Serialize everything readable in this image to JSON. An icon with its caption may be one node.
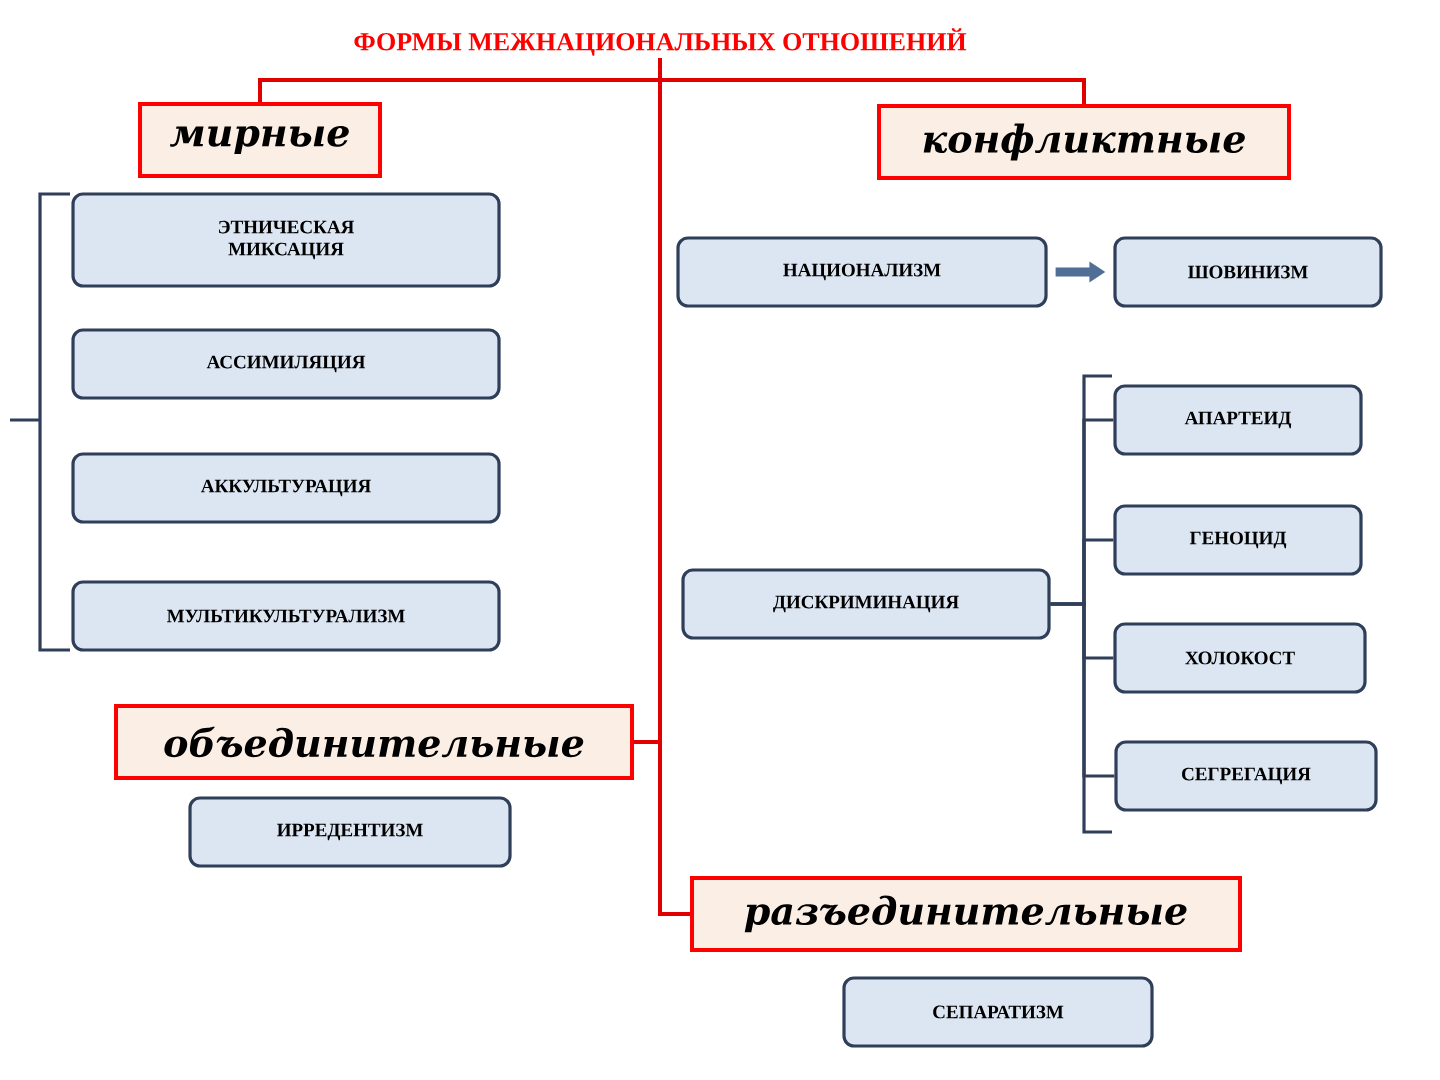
{
  "diagram": {
    "nodes": [
      {
        "text": [
          "ФОРМЫ МЕЖНАЦИОНАЛЬНЫХ ОТНОШЕНИЙ"
        ]
      },
      {
        "text": [
          "мирные"
        ]
      },
      {
        "text": [
          "конфликтные"
        ]
      },
      {
        "text": [
          "объединительные"
        ]
      },
      {
        "text": [
          "разъединительные"
        ]
      },
      {
        "text": [
          "ЭТНИЧЕСКАЯ МИКСАЦИЯ"
        ]
      },
      {
        "text": [
          "АССИМИЛЯЦИЯ"
        ]
      },
      {
        "text": [
          "АККУЛЬТУРАЦИЯ"
        ]
      },
      {
        "text": [
          "МУЛЬТИКУЛЬТУРАЛИЗМ"
        ]
      },
      {
        "text": [
          "НАЦИОНАЛИЗМ"
        ]
      },
      {
        "text": [
          "ШОВИНИЗМ"
        ]
      },
      {
        "text": [
          "ДИСКРИМИНАЦИЯ"
        ]
      },
      {
        "text": [
          "АПАРТЕИД"
        ]
      },
      {
        "text": [
          "ГЕНОЦИД"
        ]
      },
      {
        "text": [
          "ХОЛОКОСТ"
        ]
      },
      {
        "text": [
          "СЕГРЕГАЦИЯ"
        ]
      },
      {
        "text": [
          "ИРРЕДЕНТИЗМ"
        ]
      },
      {
        "text": [
          "СЕПАРАТИЗМ"
        ]
      }
    ],
    "edges": [
      {
        "from": 0,
        "to": 1,
        "arrow": "none",
        "color": "#e00000"
      },
      {
        "from": 0,
        "to": 2,
        "arrow": "none",
        "color": "#e00000"
      },
      {
        "from": 0,
        "to": 3,
        "arrow": "none",
        "color": "#e00000"
      },
      {
        "from": 0,
        "to": 4,
        "arrow": "none",
        "color": "#e00000"
      },
      {
        "from": 9,
        "to": 10,
        "arrow": "to",
        "style": "thick",
        "color": "#4f6f96"
      },
      {
        "from": 11,
        "to": 12,
        "arrow": "none",
        "color": "#2f3f5a"
      },
      {
        "from": 11,
        "to": 13,
        "arrow": "none",
        "color": "#2f3f5a"
      },
      {
        "from": 11,
        "to": 14,
        "arrow": "none",
        "color": "#2f3f5a"
      },
      {
        "from": 11,
        "to": 15,
        "arrow": "none",
        "color": "#2f3f5a"
      }
    ]
  }
}
